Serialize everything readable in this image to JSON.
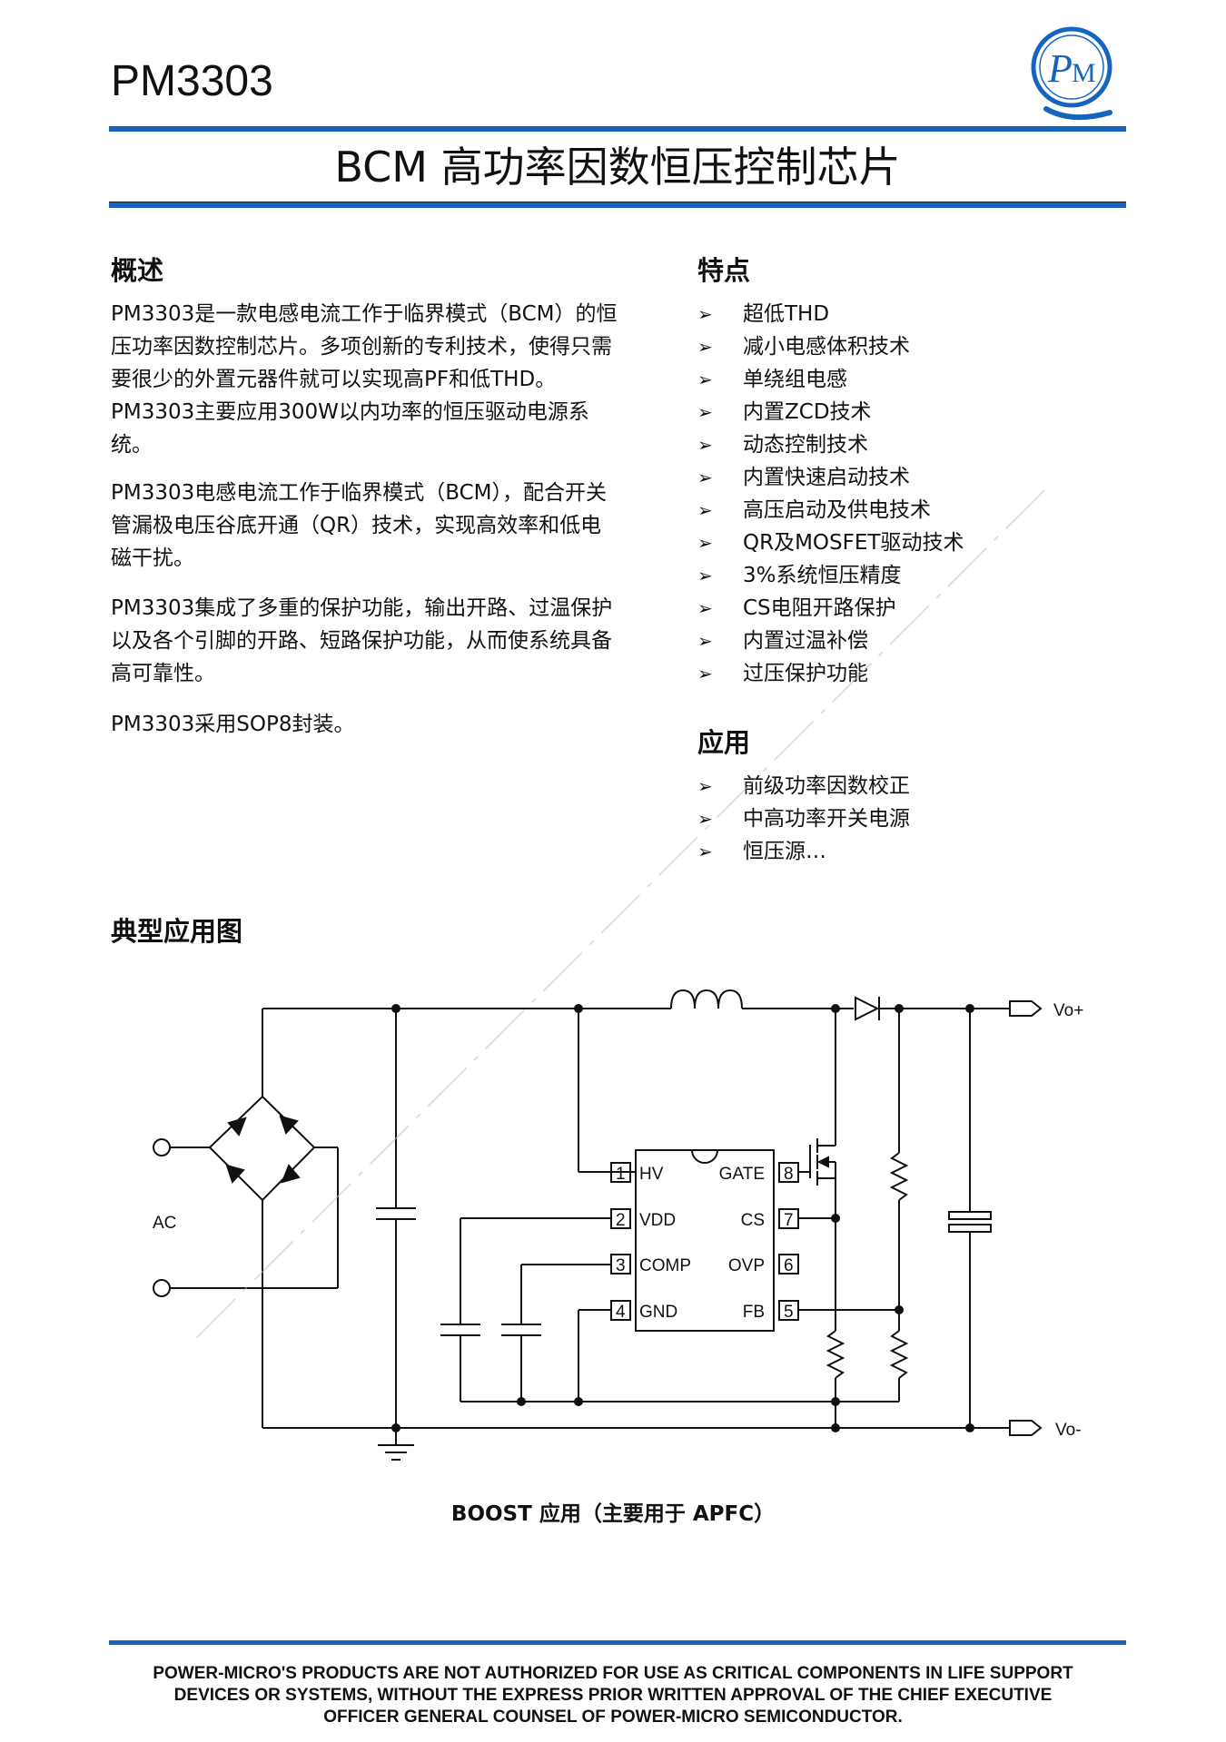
{
  "header": {
    "part_number": "PM3303",
    "logo_icon": "pm-logo-icon",
    "title": "BCM 高功率因数恒压控制芯片",
    "accent_color": "#1565c0"
  },
  "overview": {
    "heading": "概述",
    "paragraphs": [
      "PM3303是一款电感电流工作于临界模式（BCM）的恒压功率因数控制芯片。多项创新的专利技术，使得只需要很少的外置元器件就可以实现高PF和低THD。PM3303主要应用300W以内功率的恒压驱动电源系统。",
      "PM3303电感电流工作于临界模式（BCM），配合开关管漏极电压谷底开通（QR）技术，实现高效率和低电磁干扰。",
      "PM3303集成了多重的保护功能，输出开路、过温保护以及各个引脚的开路、短路保护功能，从而使系统具备高可靠性。",
      "PM3303采用SOP8封装。"
    ]
  },
  "features": {
    "heading": "特点",
    "bullet_glyph": "➢",
    "items": [
      "超低THD",
      "减小电感体积技术",
      "单绕组电感",
      "内置ZCD技术",
      "动态控制技术",
      "内置快速启动技术",
      "高压启动及供电技术",
      "QR及MOSFET驱动技术",
      "3%系统恒压精度",
      "CS电阻开路保护",
      "内置过温补偿",
      "过压保护功能"
    ]
  },
  "applications": {
    "heading": "应用",
    "items": [
      "前级功率因数校正",
      "中高功率开关电源",
      "恒压源…"
    ]
  },
  "typical_application": {
    "heading": "典型应用图",
    "labels": {
      "ac": "AC",
      "vout_pos": "Vo+",
      "vout_neg": "Vo-"
    },
    "pins": [
      {
        "num": "1",
        "name": "HV"
      },
      {
        "num": "2",
        "name": "VDD"
      },
      {
        "num": "3",
        "name": "COMP"
      },
      {
        "num": "4",
        "name": "GND"
      },
      {
        "num": "8",
        "name": "GATE"
      },
      {
        "num": "7",
        "name": "CS"
      },
      {
        "num": "6",
        "name": "OVP"
      },
      {
        "num": "5",
        "name": "FB"
      }
    ],
    "caption": "BOOST 应用（主要用于 APFC）"
  },
  "footer": {
    "lines": [
      "POWER-MICRO'S PRODUCTS ARE NOT AUTHORIZED FOR USE AS CRITICAL COMPONENTS IN LIFE SUPPORT",
      "DEVICES OR SYSTEMS, WITHOUT THE EXPRESS PRIOR WRITTEN APPROVAL OF THE CHIEF EXECUTIVE",
      "OFFICER GENERAL COUNSEL OF POWER-MICRO SEMICONDUCTOR."
    ]
  }
}
